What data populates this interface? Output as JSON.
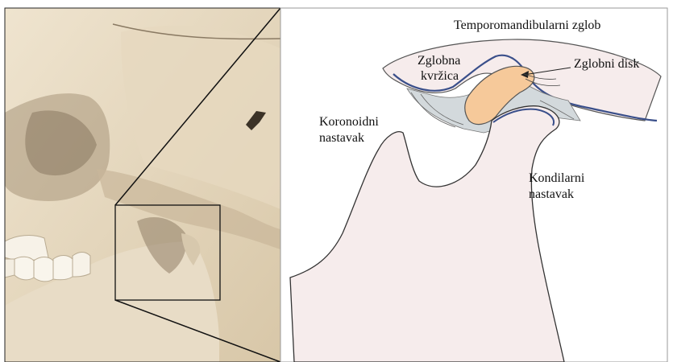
{
  "labels": {
    "title": "Temporomandibularni zglob",
    "zglobna_line1": "Zglobna",
    "zglobna_line2": "kvržica",
    "disk": "Zglobni disk",
    "koronoidni_line1": "Koronoidni",
    "koronoidni_line2": "nastavak",
    "kondilarni_line1": "Kondilarni",
    "kondilarni_line2": "nastavak"
  },
  "colors": {
    "skull_bone": "#e9dcc4",
    "skull_shadow": "#b9a88c",
    "mandible_fill": "#f6ecec",
    "disk_fill": "#f6c99a",
    "capsule_blue": "#3a4f8a",
    "ligament_gray": "#c8cfd3"
  }
}
